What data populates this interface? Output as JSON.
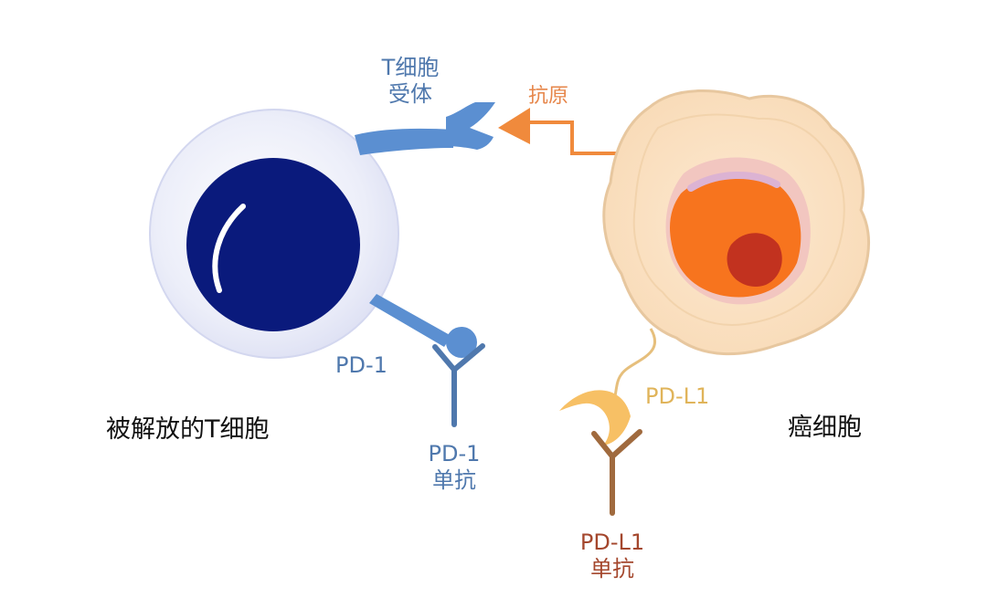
{
  "labels": {
    "t_cell_receptor": [
      "T细胞",
      "受体"
    ],
    "antigen": "抗原",
    "pd1": "PD-1",
    "pd1_antibody": [
      "PD-1",
      "单抗"
    ],
    "pdl1": "PD-L1",
    "pdl1_antibody": [
      "PD-L1",
      "单抗"
    ],
    "released_t_cell": "被解放的T细胞",
    "cancer_cell": "癌细胞"
  },
  "colors": {
    "t_cell_outer": "#e4e6f8",
    "t_cell_nucleus": "#0a1a7c",
    "receptor_blue": "#5b8fd1",
    "antibody_blue": "#4f78ad",
    "antigen_orange": "#f08a3c",
    "cancer_outer": "#fbe2c4",
    "cancer_nucleus": "#f7741e",
    "pdl1_gold": "#f7c065",
    "pdl1_antibody_brown": "#a06a3e"
  }
}
